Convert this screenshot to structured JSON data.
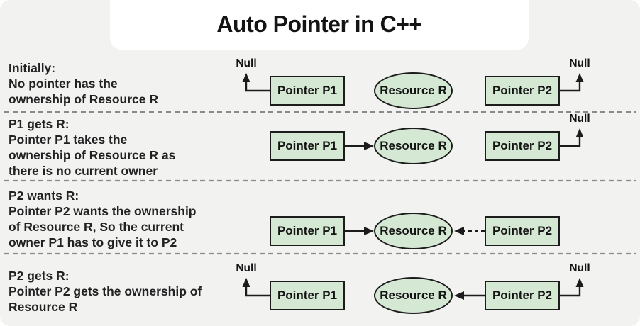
{
  "title": "Auto Pointer in C++",
  "node_labels": {
    "pointer_p1": "Pointer P1",
    "resource_r": "Resource R",
    "pointer_p2": "Pointer P2",
    "null_label": "Null"
  },
  "colors": {
    "canvas_bg": "#f2f2f1",
    "title_bg": "#ffffff",
    "node_fill": "#d5e8d4",
    "node_border": "#1c1c1c",
    "text": "#222222",
    "divider": "#8a8a8a",
    "arrow": "#1c1c1c"
  },
  "rows": [
    {
      "caption": "Initially:\nNo pointer has the\nownership of Resource R",
      "p1_state": "points to Null",
      "p2_state": "points to Null",
      "resource_owner": "none"
    },
    {
      "caption": "P1 gets R:\nPointer P1 takes the\nownership of Resource R as\nthere is no current owner",
      "p1_state": "solid arrow to Resource R",
      "p2_state": "points to Null",
      "resource_owner": "P1"
    },
    {
      "caption": "P2 wants R:\nPointer P2 wants the ownership\nof Resource R, So the current\nowner P1 has to give it to P2",
      "p1_state": "solid arrow to Resource R",
      "p2_state": "dashed arrow to Resource R",
      "resource_owner": "P1"
    },
    {
      "caption": "P2 gets R:\nPointer P2 gets the ownership of\nResource R",
      "p1_state": "points to Null",
      "p2_state": "solid arrow to Resource R, Null arrow shown",
      "resource_owner": "P2"
    }
  ]
}
